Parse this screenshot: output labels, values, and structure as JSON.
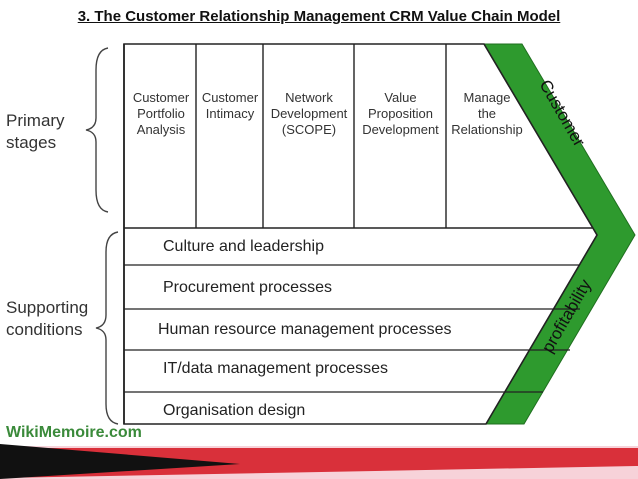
{
  "title": "3. The Customer Relationship Management CRM Value Chain Model",
  "left_labels": {
    "primary": [
      "Primary",
      "stages"
    ],
    "supporting": [
      "Supporting",
      "conditions"
    ]
  },
  "primary_stages": [
    [
      "Customer",
      "Portfolio",
      "Analysis"
    ],
    [
      "Customer",
      "Intimacy"
    ],
    [
      "Network",
      "Development",
      "(SCOPE)"
    ],
    [
      "Value",
      "Proposition",
      "Development"
    ],
    [
      "Manage",
      "the",
      "Relationship"
    ]
  ],
  "supporting_conditions": [
    "Culture and leadership",
    "Procurement processes",
    "Human resource management processes",
    "IT/data management processes",
    "Organisation design"
  ],
  "arrow_text": {
    "top": "Customer",
    "bottom": "profitability"
  },
  "watermark": "WikiMemoire.com",
  "colors": {
    "arrow_green": "#2e9a2e",
    "line": "#222222",
    "footer_dark": "#111111",
    "footer_red": "#d9303a",
    "footer_pink": "#f4c6cf"
  }
}
